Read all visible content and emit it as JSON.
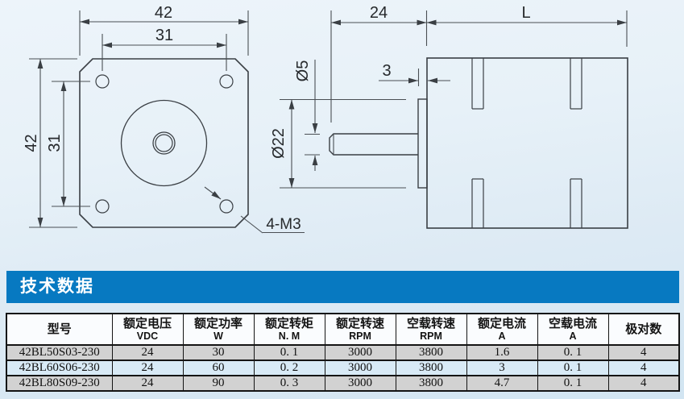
{
  "drawing": {
    "front_view": {
      "width_mm": "42",
      "hole_spacing_h": "31",
      "height_mm": "42",
      "hole_spacing_v": "31",
      "mount_holes": "4-M3"
    },
    "side_view": {
      "front_length": "24",
      "body_length": "L",
      "boss_thickness": "3",
      "shaft_diameter": "Ø5",
      "boss_diameter": "Ø22"
    }
  },
  "panel": {
    "title": "技术数据"
  },
  "table": {
    "headers": [
      {
        "zh": "型号",
        "unit": ""
      },
      {
        "zh": "额定电压",
        "unit": "VDC"
      },
      {
        "zh": "额定功率",
        "unit": "W"
      },
      {
        "zh": "额定转矩",
        "unit": "N. M"
      },
      {
        "zh": "额定转速",
        "unit": "RPM"
      },
      {
        "zh": "空载转速",
        "unit": "RPM"
      },
      {
        "zh": "额定电流",
        "unit": "A"
      },
      {
        "zh": "空载电流",
        "unit": "A"
      },
      {
        "zh": "极对数",
        "unit": ""
      }
    ],
    "rows": [
      {
        "cells": [
          "42BL50S03-230",
          "24",
          "30",
          "0. 1",
          "3000",
          "3800",
          "1.6",
          "0. 1",
          "4"
        ]
      },
      {
        "cells": [
          "42BL60S06-230",
          "24",
          "60",
          "0. 2",
          "3000",
          "3800",
          "3",
          "0. 1",
          "4"
        ]
      },
      {
        "cells": [
          "42BL80S09-230",
          "24",
          "90",
          "0. 3",
          "3000",
          "3800",
          "4.7",
          "0. 1",
          "4"
        ]
      }
    ]
  },
  "colors": {
    "accent_blue": "#0779c1",
    "row_grey": "#d2d2d2",
    "row_blue": "#d8eaf6",
    "line_dark": "#3a3f44"
  }
}
